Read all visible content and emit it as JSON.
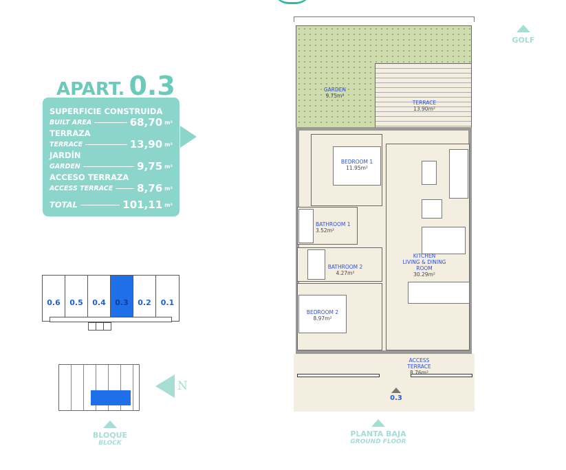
{
  "apartment": {
    "prefix": "APART.",
    "number": "0.3"
  },
  "areas": [
    {
      "es": "SUPERFICIE CONSTRUIDA",
      "en": "BUILT AREA",
      "value": "68,70",
      "unit": "m²"
    },
    {
      "es": "TERRAZA",
      "en": "TERRACE",
      "value": "13,90",
      "unit": "m²"
    },
    {
      "es": "JARDÍN",
      "en": "GARDEN",
      "value": "9,75",
      "unit": "m²"
    },
    {
      "es": "ACCESO TERRAZA",
      "en": "ACCESS TERRACE",
      "value": "8,76",
      "unit": "m²"
    }
  ],
  "total": {
    "label": "TOTAL",
    "value": "101,11",
    "unit": "m²"
  },
  "block_units": [
    "0.6",
    "0.5",
    "0.4",
    "0.3",
    "0.2",
    "0.1"
  ],
  "selected_unit": "0.3",
  "block_label": {
    "es": "BLOQUE",
    "en": "BLOCK"
  },
  "floor_label": {
    "es": "PLANTA BAJA",
    "en": "GROUND FLOOR"
  },
  "golf_label": "GOLF",
  "north_label": "N",
  "entrance_label": "0.3",
  "rooms": {
    "garden": {
      "name": "GARDEN",
      "area": "9.75m²"
    },
    "terrace": {
      "name": "TERRACE",
      "area": "13.90m²"
    },
    "bedroom1": {
      "name": "BEDROOM 1",
      "area": "11.95m²"
    },
    "bathroom1": {
      "name": "BATHROOM 1",
      "area": "3.52m²"
    },
    "bathroom2": {
      "name": "BATHROOM 2",
      "area": "4.27m²"
    },
    "bedroom2": {
      "name": "BEDROOM 2",
      "area": "8.97m²"
    },
    "kitchen": {
      "name1": "KITCHEN",
      "name2": "LIVING & DINING",
      "name3": "ROOM",
      "area": "30.29m²"
    },
    "access": {
      "name1": "ACCESS",
      "name2": "TERRACE",
      "area": "8.76m²"
    }
  },
  "colors": {
    "teal": "#8cd5cb",
    "selected": "#1e6fe8"
  }
}
